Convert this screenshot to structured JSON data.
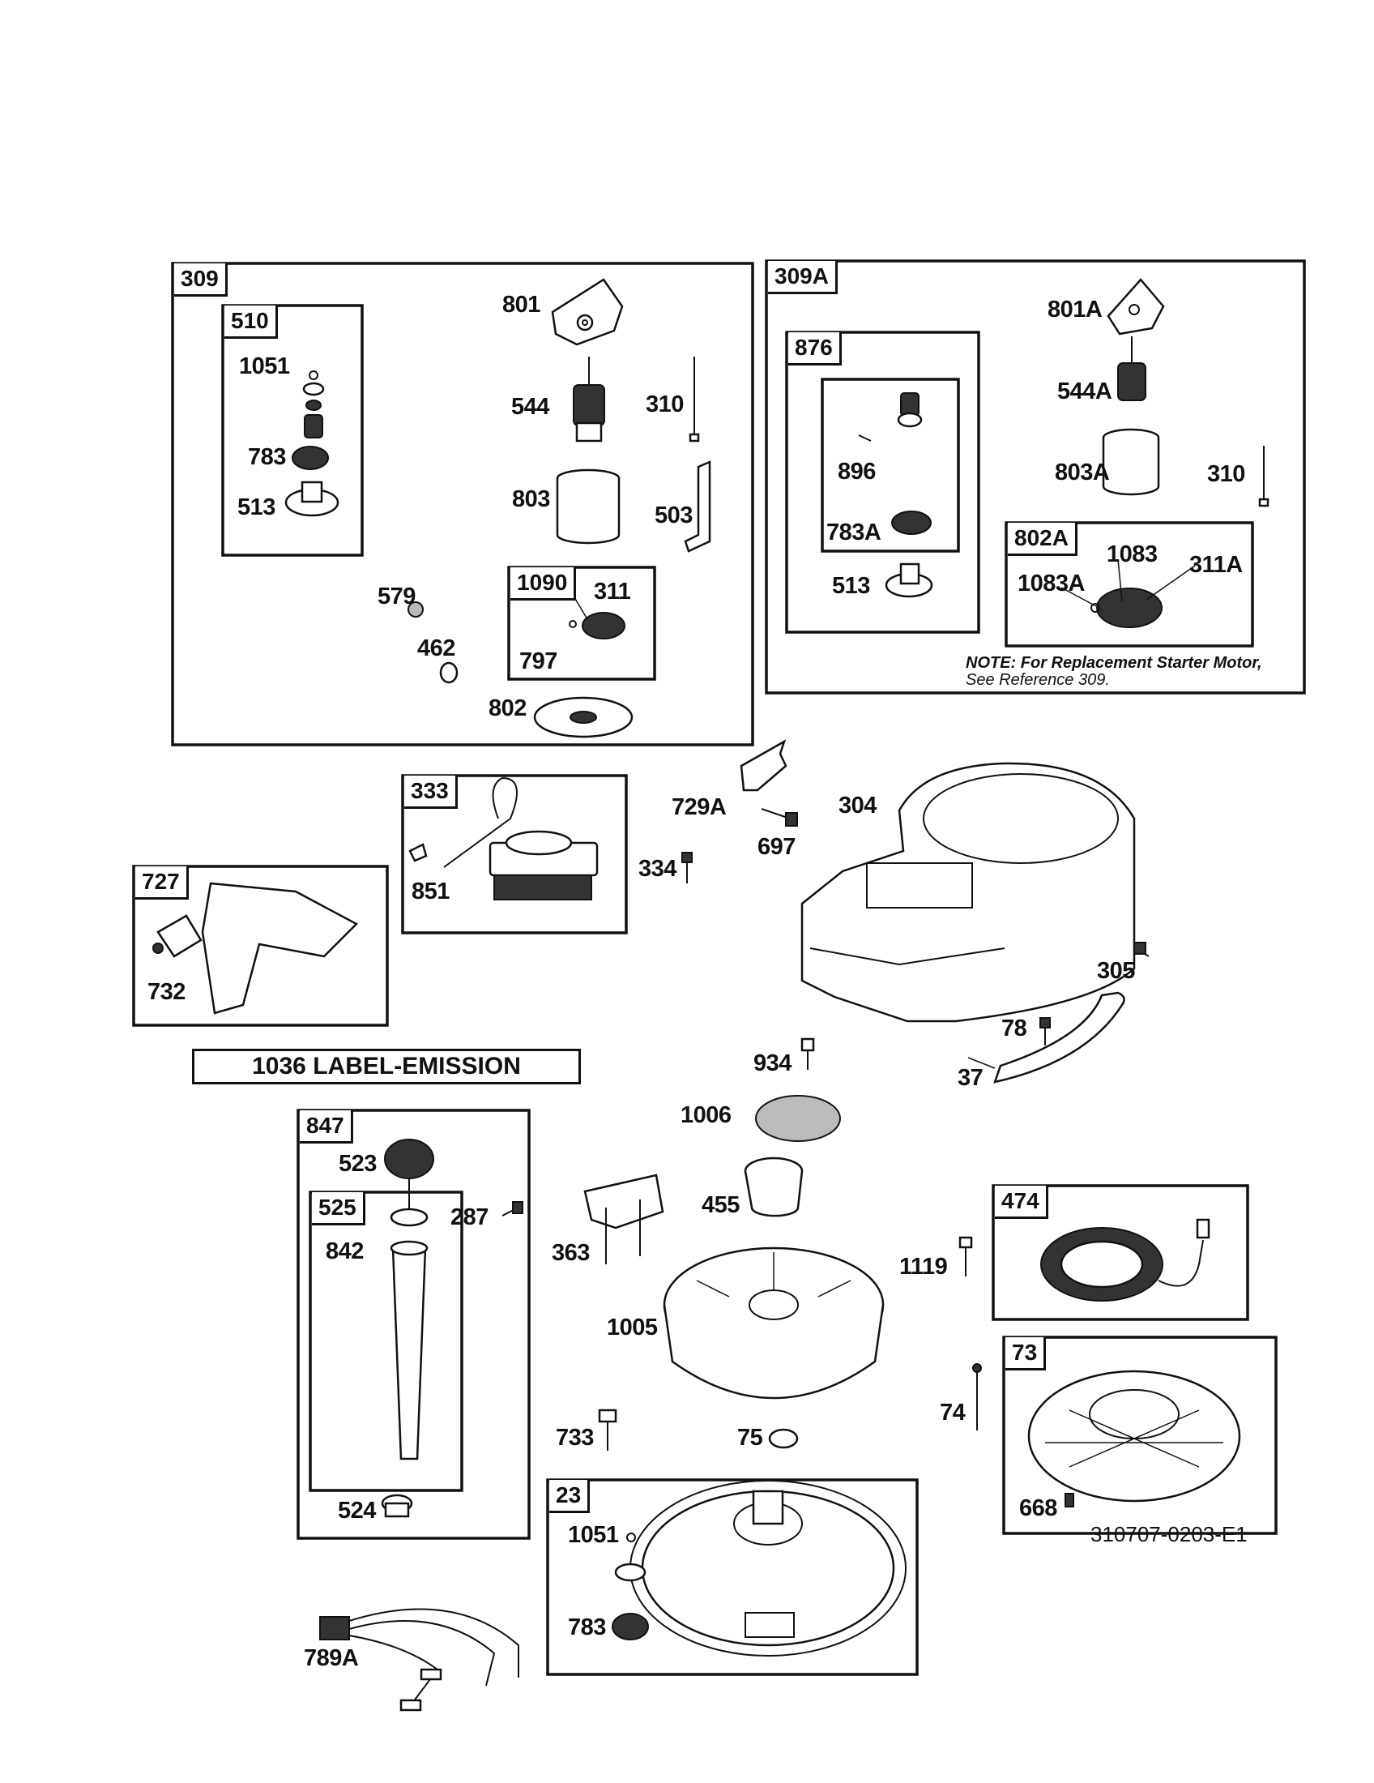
{
  "frames": {
    "309": "309",
    "510": "510",
    "1090": "1090",
    "309A": "309A",
    "876": "876",
    "802A": "802A",
    "333": "333",
    "727": "727",
    "847": "847",
    "525": "525",
    "474": "474",
    "73": "73",
    "23": "23"
  },
  "labels": {
    "p801": "801",
    "p544": "544",
    "p310": "310",
    "p1051a": "1051",
    "p783a": "783",
    "p513a": "513",
    "p803": "803",
    "p503": "503",
    "p311": "311",
    "p797": "797",
    "p579": "579",
    "p462": "462",
    "p802": "802",
    "p801A": "801A",
    "p544A": "544A",
    "p896": "896",
    "p803A": "803A",
    "p310b": "310",
    "p783A": "783A",
    "p1083": "1083",
    "p311A": "311A",
    "p1083A": "1083A",
    "p513b": "513",
    "p851": "851",
    "p729A": "729A",
    "p304": "304",
    "p697": "697",
    "p334": "334",
    "p732": "732",
    "p305": "305",
    "p78": "78",
    "p37": "37",
    "p934": "934",
    "p1006": "1006",
    "p523": "523",
    "p287": "287",
    "p455": "455",
    "p842": "842",
    "p363": "363",
    "p1119": "1119",
    "p1005": "1005",
    "p74": "74",
    "p733": "733",
    "p75": "75",
    "p524": "524",
    "p668": "668",
    "p1051b": "1051",
    "p783b": "783",
    "p789A": "789A"
  },
  "note": {
    "line1": "NOTE: For Replacement Starter Motor,",
    "line2": "See Reference 309."
  },
  "banner": "1036 LABEL-EMISSION",
  "doc_number": "310707-0203-E1"
}
